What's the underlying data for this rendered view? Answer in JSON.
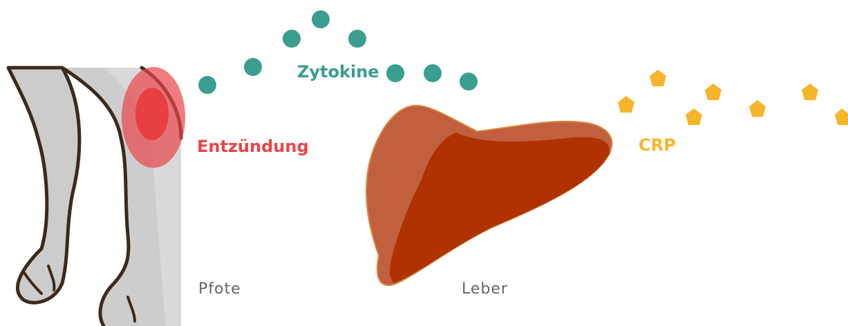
{
  "labels": {
    "inflammation": "Entzündung",
    "cytokines": "Zytokine",
    "crp": "CRP",
    "paw": "Pfote",
    "liver": "Leber"
  },
  "colors": {
    "inflammation": "#e8464a",
    "cytokine": "#3a9e8f",
    "crp": "#f7b52b",
    "liver_light": "#c0603e",
    "liver_dark": "#b03200",
    "leg_fill": "#cccccc",
    "leg_outline": "#3b2a1c",
    "caption": "#666666"
  },
  "icons": {
    "cytokine": "teal-circle",
    "crp": "yellow-pentagon"
  }
}
